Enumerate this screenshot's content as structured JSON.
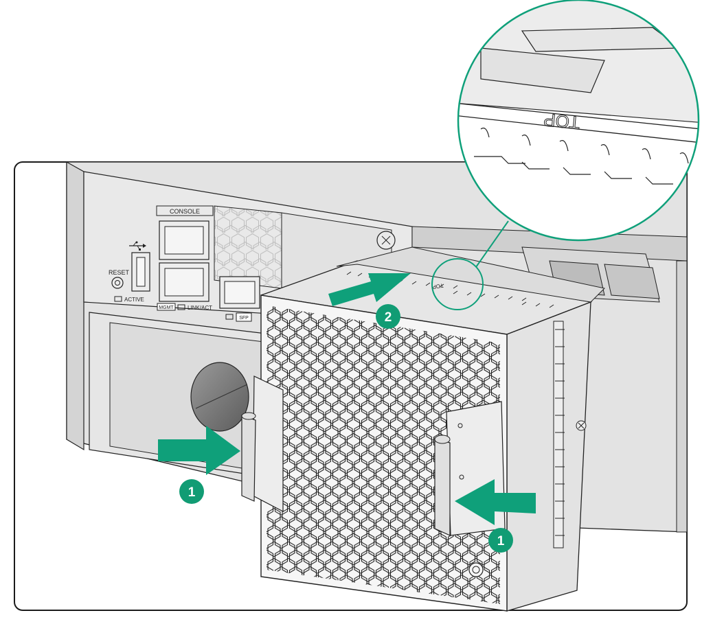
{
  "panel": {
    "reset_label": "RESET",
    "active_label": "ACTIVE",
    "console_label": "CONSOLE",
    "mgmt_label": "MGMT",
    "link_label": "LINK/ACT",
    "sfp_label": "SFP"
  },
  "module": {
    "top_label": "TOP"
  },
  "steps": {
    "step1_left": "1",
    "step1_right": "1",
    "step2": "2"
  },
  "colors": {
    "accent": "#0fa07a",
    "step_badge": "#119c74",
    "line": "#222222",
    "chassis_fill": "#e3e3e3"
  },
  "icons": {
    "usb": "usb-icon"
  }
}
